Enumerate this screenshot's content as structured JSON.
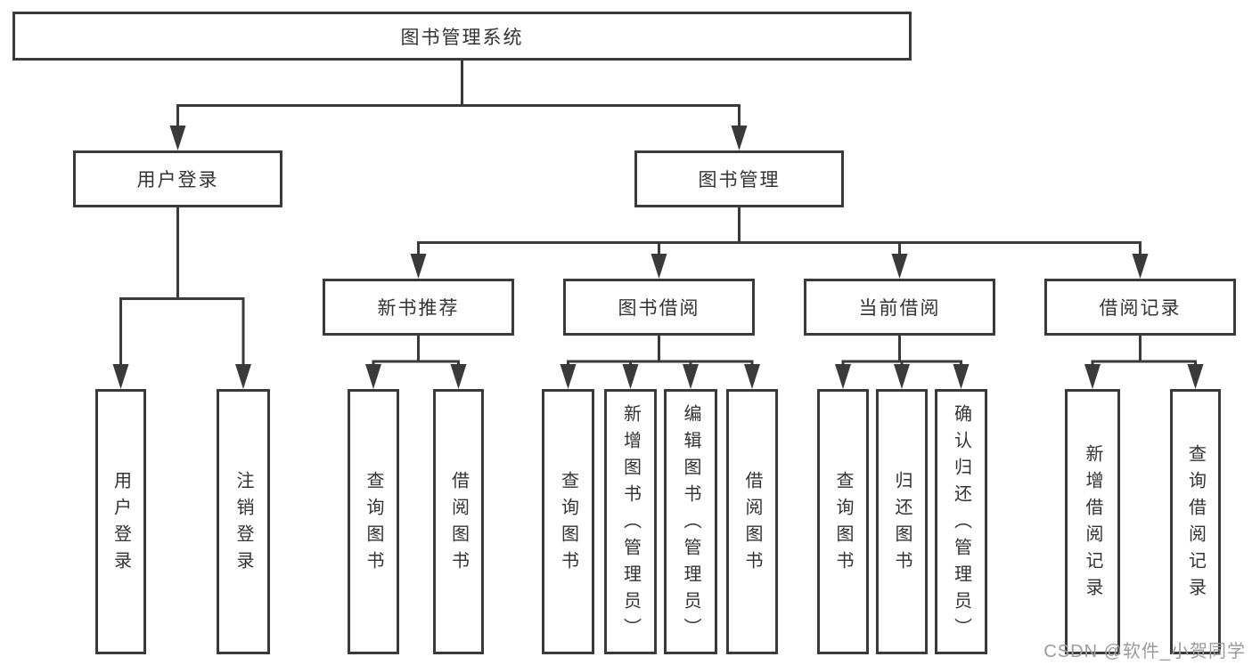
{
  "tree": {
    "label": "图书管理系统",
    "children": [
      {
        "label": "用户登录",
        "children": [
          {
            "label": "用户登录"
          },
          {
            "label": "注销登录"
          }
        ]
      },
      {
        "label": "图书管理",
        "children": [
          {
            "label": "新书推荐",
            "children": [
              {
                "label": "查询图书"
              },
              {
                "label": "借阅图书"
              }
            ]
          },
          {
            "label": "图书借阅",
            "children": [
              {
                "label": "查询图书"
              },
              {
                "label": "新增图书（管理员）"
              },
              {
                "label": "编辑图书（管理员）"
              },
              {
                "label": "借阅图书"
              }
            ]
          },
          {
            "label": "当前借阅",
            "children": [
              {
                "label": "查询图书"
              },
              {
                "label": "归还图书"
              },
              {
                "label": "确认归还（管理员）"
              }
            ]
          },
          {
            "label": "借阅记录",
            "children": [
              {
                "label": "新增借阅记录"
              },
              {
                "label": "查询借阅记录"
              }
            ]
          }
        ]
      }
    ]
  },
  "watermark": {
    "text": "CSDN @软件_小贺同学"
  },
  "colors": {
    "line": "#3a3a3a",
    "box_border": "#3a3a3a",
    "box_background": "#ffffff",
    "text": "#333333",
    "watermark": "#9b9b9b",
    "background": "#ffffff"
  }
}
